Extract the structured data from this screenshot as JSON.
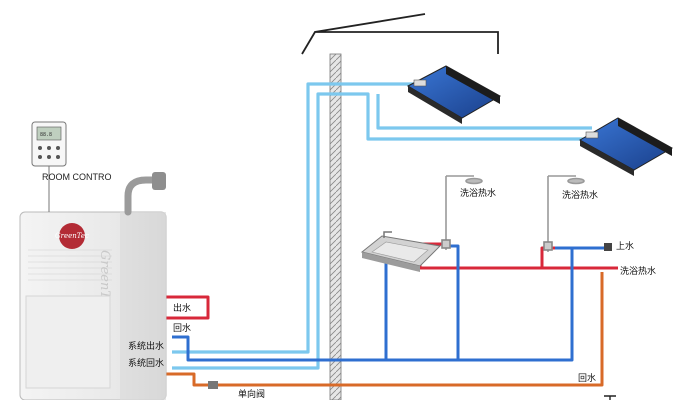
{
  "labels": {
    "room_controller": "ROOM CONTRO",
    "outlet_water": "出水",
    "return_water": "回水",
    "system_outlet": "系统出水",
    "system_return": "系统回水",
    "check_valve": "单向阀",
    "hot_water_1": "洗浴热水",
    "hot_water_2": "洗浴热水",
    "supply_water": "上水",
    "hot_water_right": "洗浴热水",
    "return_water_bottom": "回水"
  },
  "brand": {
    "logo_text": "GreenTec",
    "side_text": "GreenTec"
  },
  "colors": {
    "light_blue_pipe": "#7cc8ee",
    "blue_pipe": "#2f6fd0",
    "red_pipe": "#d8283a",
    "orange_pipe": "#d86a28",
    "wall": "#c8c8c8"
  }
}
